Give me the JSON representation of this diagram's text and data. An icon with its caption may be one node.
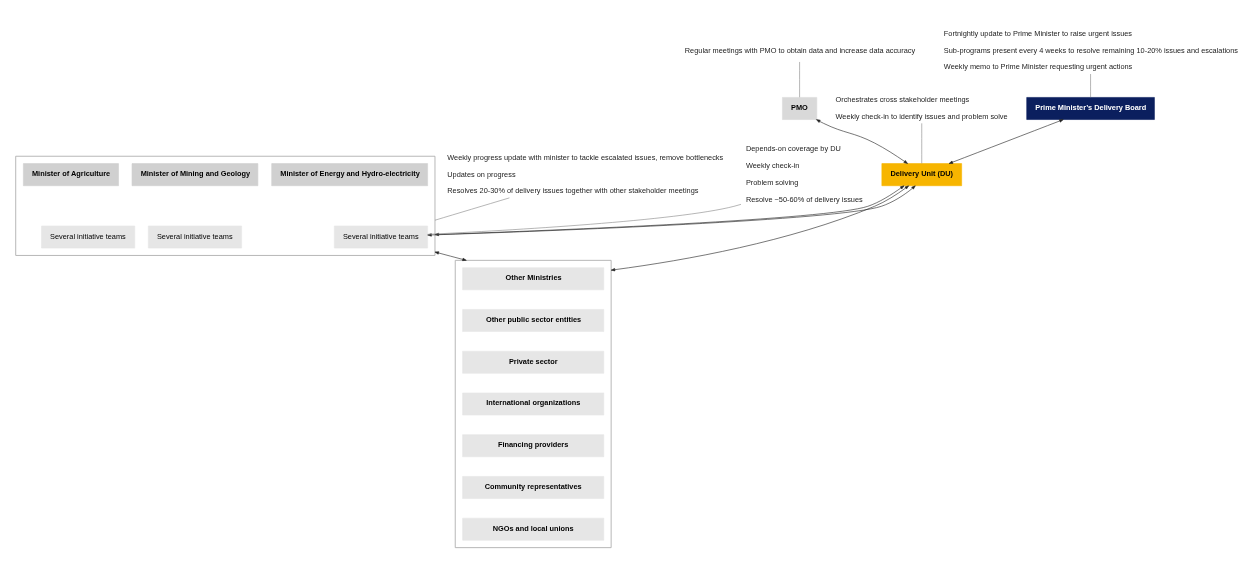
{
  "diagram": {
    "nodes": [
      {
        "text": [
          "Prime Minister’s Delivery Board"
        ]
      },
      {
        "text": [
          "PMO"
        ]
      },
      {
        "text": [
          "Delivery Unit (DU)"
        ]
      },
      {
        "text": [],
        "shape": "box"
      },
      {
        "text": [
          "Minister of Energy and Hydro-electricity"
        ],
        "in": 3
      },
      {
        "text": [
          "Minister of Agriculture"
        ],
        "in": 3
      },
      {
        "text": [
          "Minister of Mining and Geology"
        ],
        "in": 3
      },
      {
        "text": [
          "Several initiative teams"
        ],
        "in": 3
      },
      {
        "text": [
          "Several initiative teams"
        ],
        "in": 3
      },
      {
        "text": [
          "Several initiative teams"
        ],
        "in": 3
      },
      {
        "text": [],
        "shape": "box"
      },
      {
        "text": [
          "Other Ministries"
        ],
        "in": 10
      },
      {
        "text": [
          "Other public sector entities"
        ],
        "in": 10
      },
      {
        "text": [
          "Private sector"
        ],
        "in": 10
      },
      {
        "text": [
          "International organizations"
        ],
        "in": 10
      },
      {
        "text": [
          "Financing providers"
        ],
        "in": 10
      },
      {
        "text": [
          "Community representatives"
        ],
        "in": 10
      },
      {
        "text": [
          "NGOs and local unions"
        ],
        "in": 10
      },
      {
        "text": [
          "Fortnightly update to Prime Minister to raise urgent issues",
          "Sub-programs present every 4 weeks to resolve remaining 10-20% issues and escalations",
          "Weekly memo to Prime Minister requesting urgent actions"
        ]
      },
      {
        "text": [
          "Regular meetings with PMO to obtain data and increase data accuracy"
        ]
      },
      {
        "text": [
          "Orchestrates cross stakeholder meetings",
          "Weekly check-in to identify issues and problem solve"
        ]
      },
      {
        "text": [
          "Weekly progress update with minister to tackle escalated issues, remove bottlenecks",
          "Updates on progress",
          "Resolves 20-30% of delivery issues together with other stakeholder meetings"
        ]
      },
      {
        "text": [
          "Depends-on coverage by DU",
          "Weekly check-in",
          "Problem solving",
          "Resolve ~50-60% of delivery issues"
        ]
      }
    ],
    "edges": [
      {
        "from": 0,
        "to": 2,
        "arrow": "both"
      },
      {
        "from": 1,
        "to": 2,
        "arrow": "both"
      },
      {
        "from": 2,
        "to": 3,
        "arrow": "both"
      },
      {
        "from": 2,
        "to": 7,
        "arrow": "both"
      },
      {
        "from": 2,
        "to": 10,
        "arrow": "both"
      },
      {
        "from": 3,
        "to": 10,
        "arrow": "both"
      },
      {
        "from": 18,
        "to": 0,
        "arrow": "none",
        "color": "#888888"
      },
      {
        "from": 19,
        "to": 1,
        "arrow": "none",
        "color": "#888888"
      },
      {
        "from": 20,
        "to": 2,
        "arrow": "none",
        "color": "#888888"
      },
      {
        "from": 21,
        "to": 3,
        "arrow": "none",
        "color": "#888888"
      },
      {
        "from": 22,
        "to": 7,
        "arrow": "none",
        "color": "#888888"
      }
    ]
  }
}
